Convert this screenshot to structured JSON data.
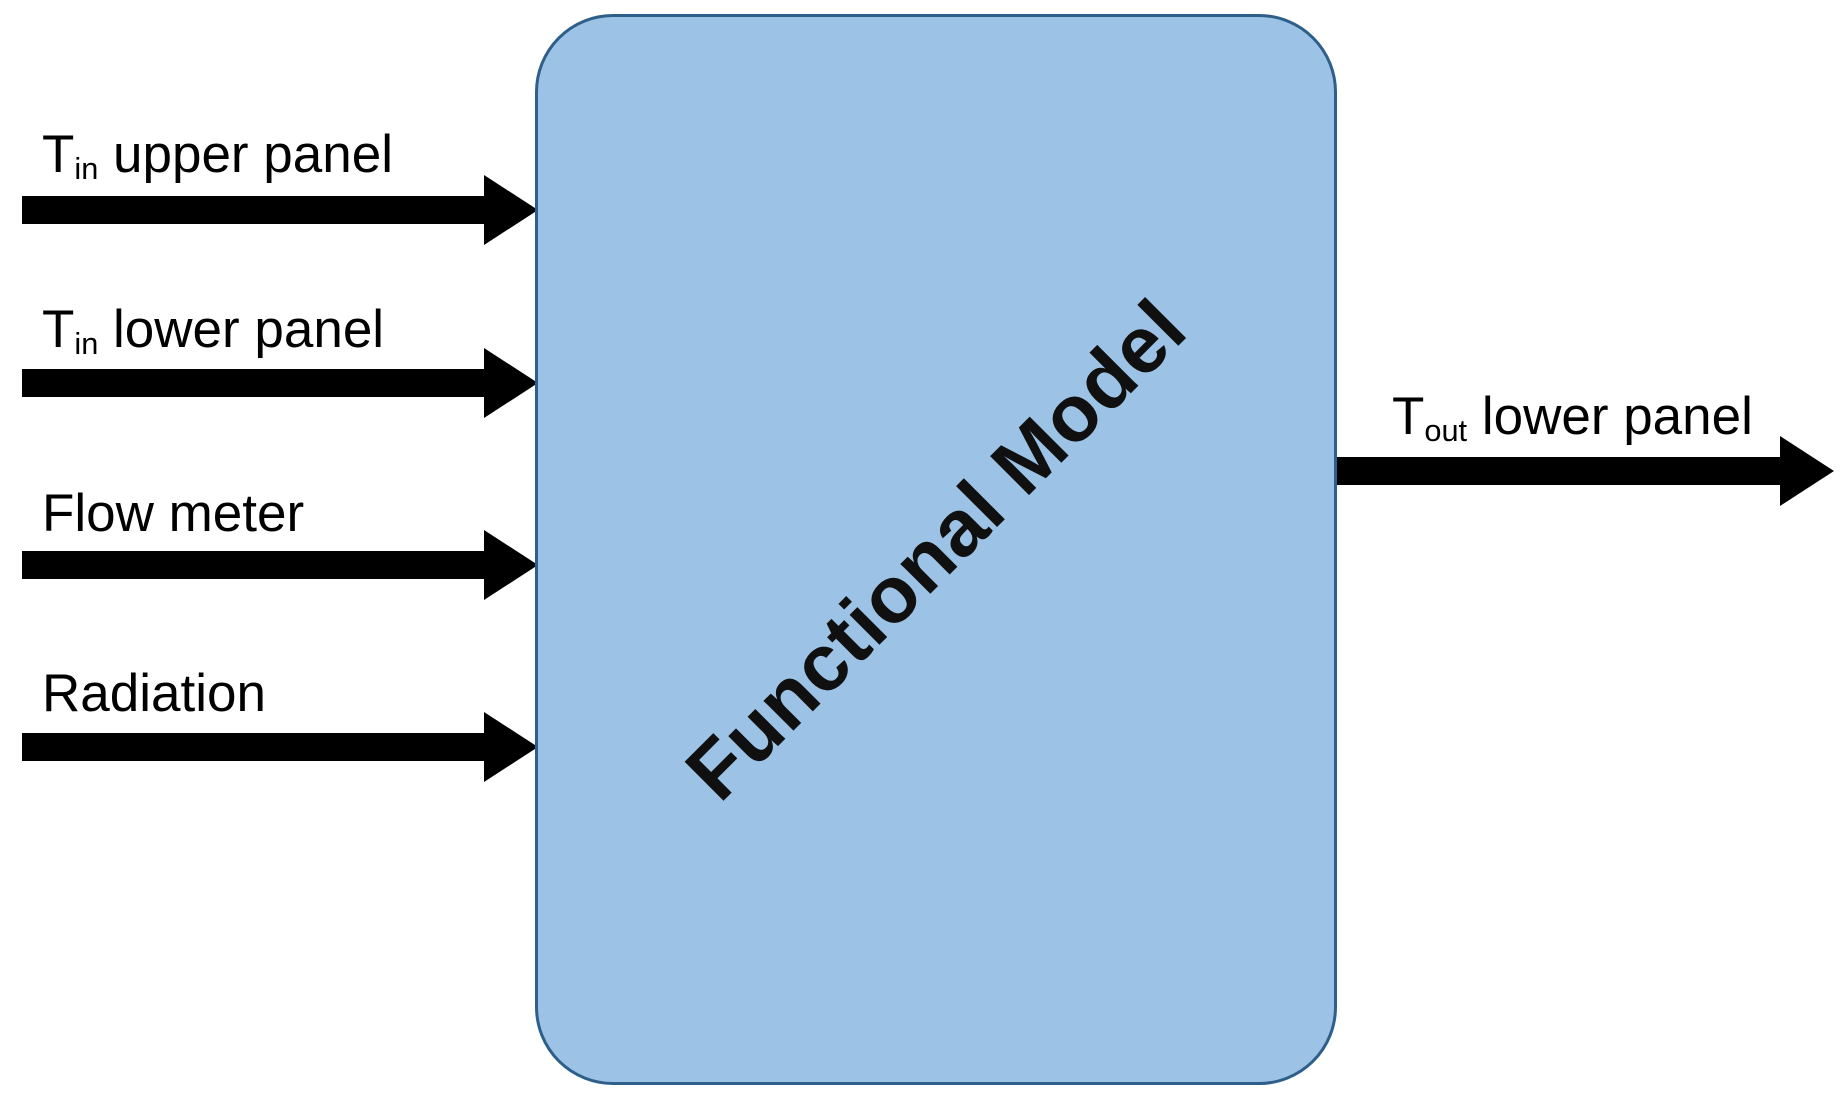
{
  "diagram": {
    "type": "block-diagram",
    "title": "Functional Model block diagram",
    "background_color": "#FFFFFF"
  },
  "block": {
    "label": "Functional Model",
    "fill_color": "#9CC3E5",
    "border_color": "#2E5F8A",
    "rotation_degrees": -45
  },
  "inputs": [
    {
      "id": "t-in-upper-panel",
      "symbol": "T",
      "subscript": "in",
      "rest": " upper panel",
      "full_label": "T_in upper panel"
    },
    {
      "id": "t-in-lower-panel",
      "symbol": "T",
      "subscript": "in",
      "rest": " lower panel",
      "full_label": "T_in lower panel"
    },
    {
      "id": "flow-meter",
      "symbol": "Flow meter",
      "subscript": "",
      "rest": "",
      "full_label": "Flow meter"
    },
    {
      "id": "radiation",
      "symbol": "Radiation",
      "subscript": "",
      "rest": "",
      "full_label": "Radiation"
    }
  ],
  "outputs": [
    {
      "id": "t-out-lower-panel",
      "symbol": "T",
      "subscript": "out",
      "rest": " lower panel",
      "full_label": "T_out lower panel"
    }
  ],
  "arrow_color": "#000000"
}
